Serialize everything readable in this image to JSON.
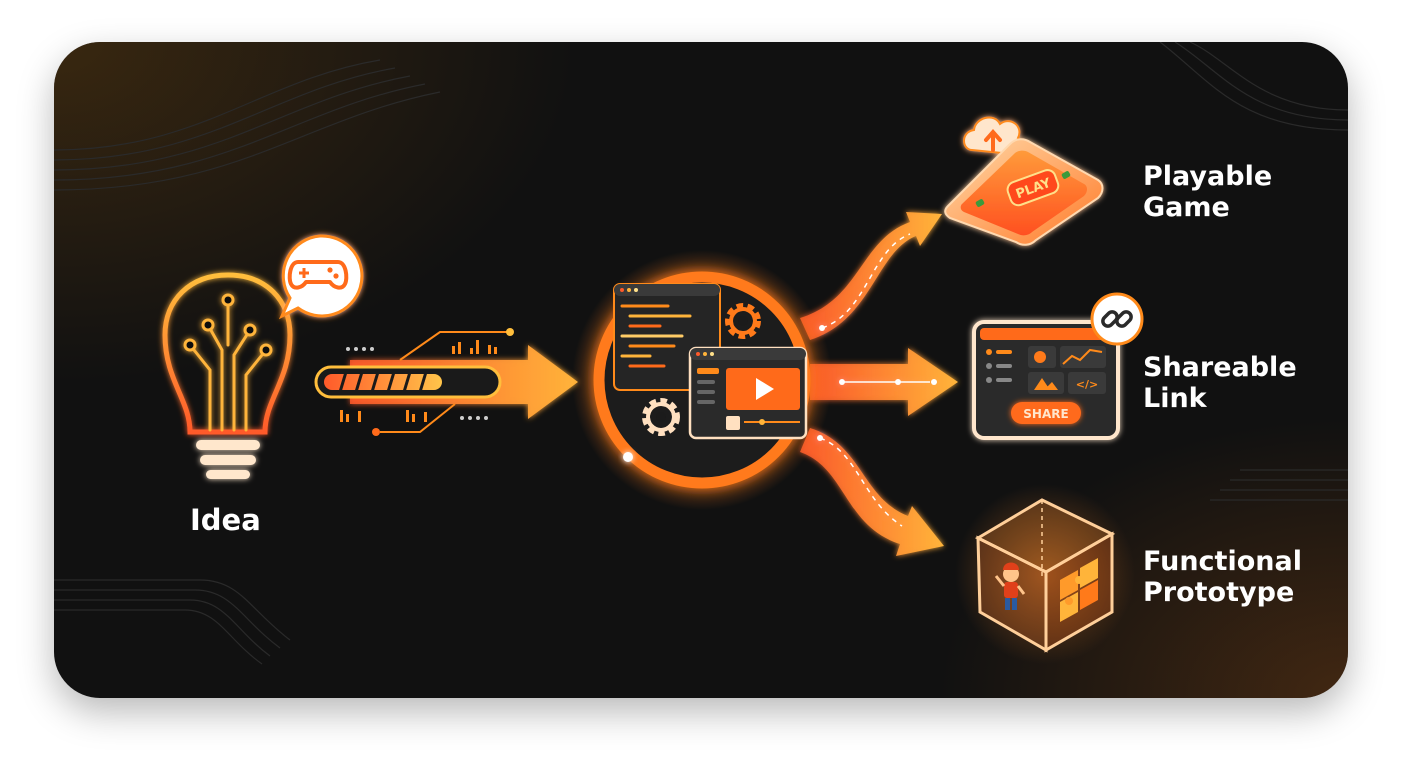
{
  "diagram": {
    "input": {
      "label": "Idea",
      "badge_icon": "gamepad-icon"
    },
    "center": {
      "icons": [
        "code-editor-icon",
        "video-player-icon",
        "gear-icon"
      ]
    },
    "outputs": [
      {
        "line1": "Playable",
        "line2": "Game",
        "icon": "phone-game-icon",
        "screen_text": "PLAY"
      },
      {
        "line1": "Shareable",
        "line2": "Link",
        "icon": "tablet-share-icon",
        "button_text": "SHARE"
      },
      {
        "line1": "Functional",
        "line2": "Prototype",
        "icon": "puzzle-cube-icon"
      }
    ]
  },
  "colors": {
    "background": "#111111",
    "accent_orange": "#ff8a1a",
    "accent_yellow": "#ffb43a",
    "accent_red": "#ff5a2a",
    "text": "#ffffff"
  }
}
